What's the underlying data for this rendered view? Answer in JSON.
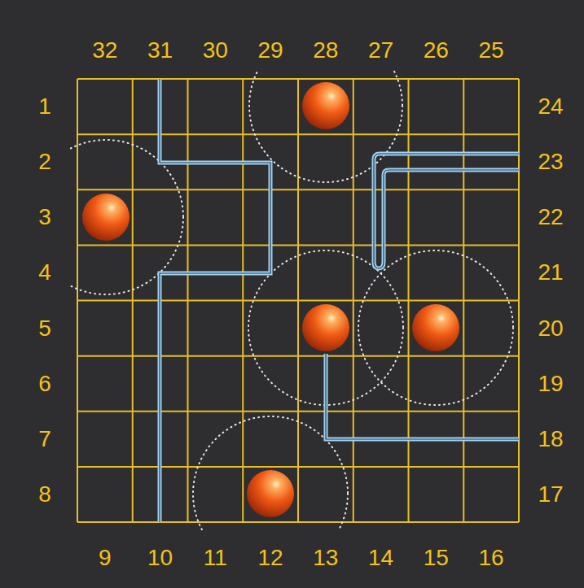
{
  "diagram": {
    "labels": [
      "32",
      "31",
      "30",
      "29",
      "28",
      "27",
      "26",
      "25",
      "1",
      "24",
      "2",
      "23",
      "3",
      "22",
      "4",
      "21",
      "5",
      "20",
      "6",
      "19",
      "7",
      "18",
      "8",
      "17",
      "9",
      "10",
      "11",
      "12",
      "13",
      "14",
      "15",
      "16"
    ]
  }
}
